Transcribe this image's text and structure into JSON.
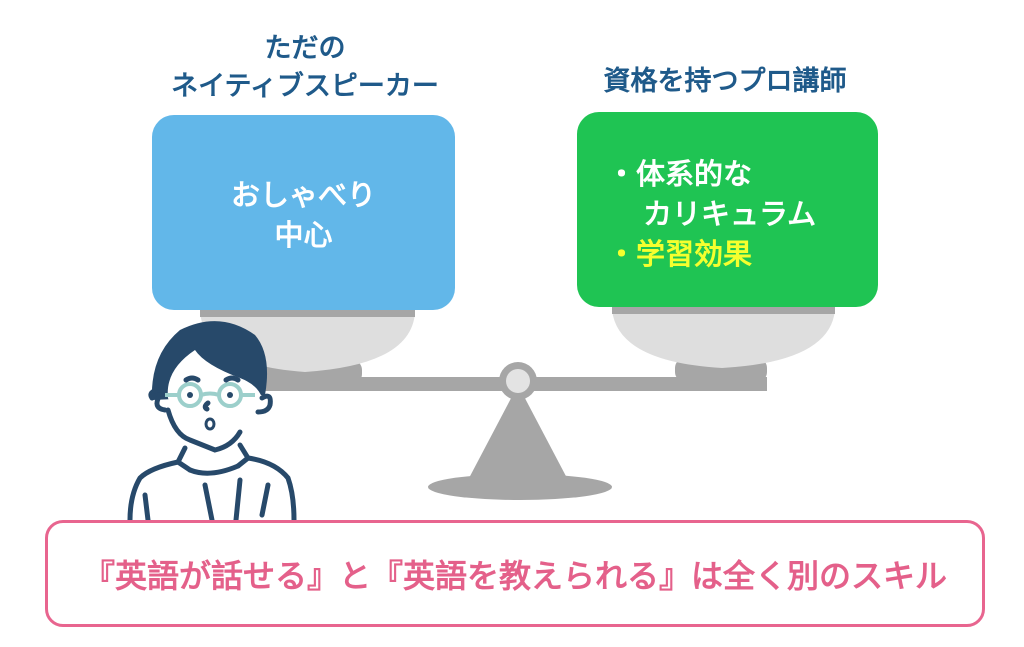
{
  "left": {
    "title_line1": "ただの",
    "title_line2": "ネイティブスピーカー",
    "box_line1": "おしゃべり",
    "box_line2": "中心"
  },
  "right": {
    "title": "資格を持つプロ講師",
    "bullet1_line1": "・体系的な",
    "bullet1_line2": "カリキュラム",
    "bullet2": "・学習効果"
  },
  "caption": "『英語が話せる』と『英語を教えられる』は全く別のスキル",
  "colors": {
    "title": "#1f5a8a",
    "left_box": "#62b7e9",
    "right_box": "#1fc453",
    "highlight": "#f5ff2e",
    "caption": "#e4608a",
    "person": "#27496a",
    "glasses": "#9ccfcb"
  }
}
